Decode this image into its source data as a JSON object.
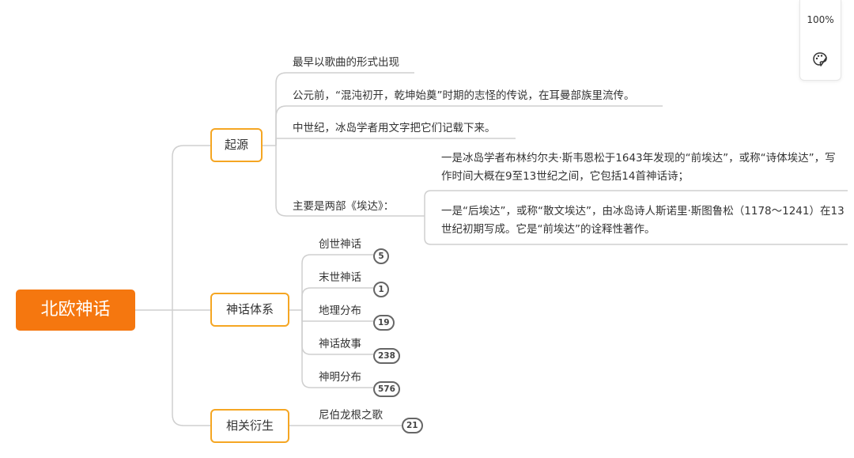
{
  "toolbar": {
    "zoom": "100%",
    "palette_icon": "palette-icon"
  },
  "colors": {
    "root_fill": "#f5770f",
    "branch_border": "#f5a623",
    "line": "#cfcfcf"
  },
  "mindmap": {
    "root": "北欧神话",
    "origin": {
      "label": "起源",
      "items": [
        "最早以歌曲的形式出现",
        "公元前，“混沌初开，乾坤始奠”时期的志怪的传说，在耳曼部族里流传。",
        "中世纪，冰岛学者用文字把它们记载下来。",
        "主要是两部《埃达》："
      ],
      "edda": [
        "一是冰岛学者布林约尔夫·斯韦恩松于1643年发现的“前埃达”，或称“诗体埃达”，写作时间大概在9至13世纪之间，它包括14首神话诗；",
        "一是“后埃达”，或称“散文埃达”，由冰岛诗人斯诺里·斯图鲁松（1178～1241）在13世纪初期写成。它是“前埃达”的诠释性著作。"
      ]
    },
    "system": {
      "label": "神话体系",
      "items": [
        {
          "label": "创世神话",
          "count": "5"
        },
        {
          "label": "末世神话",
          "count": "1"
        },
        {
          "label": "地理分布",
          "count": "19"
        },
        {
          "label": "神话故事",
          "count": "238"
        },
        {
          "label": "神明分布",
          "count": "576"
        }
      ]
    },
    "derivative": {
      "label": "相关衍生",
      "items": [
        {
          "label": "尼伯龙根之歌",
          "count": "21"
        }
      ]
    }
  }
}
